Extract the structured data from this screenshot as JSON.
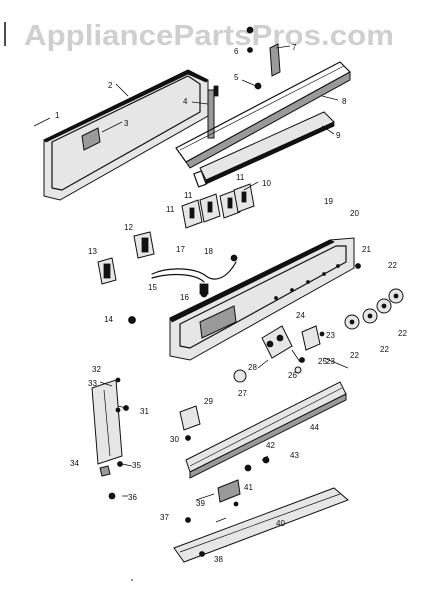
{
  "watermark": "AppliancePartsPros.com",
  "callouts": [
    "1",
    "2",
    "3",
    "4",
    "5",
    "6",
    "7",
    "8",
    "9",
    "10",
    "11",
    "11",
    "11",
    "12",
    "13",
    "14",
    "15",
    "16",
    "17",
    "18",
    "19",
    "20",
    "21",
    "22",
    "22",
    "22",
    "22",
    "23",
    "23",
    "24",
    "25",
    "26",
    "27",
    "28",
    "29",
    "30",
    "31",
    "32",
    "33",
    "34",
    "35",
    "36",
    "37",
    "38",
    "39",
    "40",
    "41",
    "42",
    "43",
    "44"
  ]
}
